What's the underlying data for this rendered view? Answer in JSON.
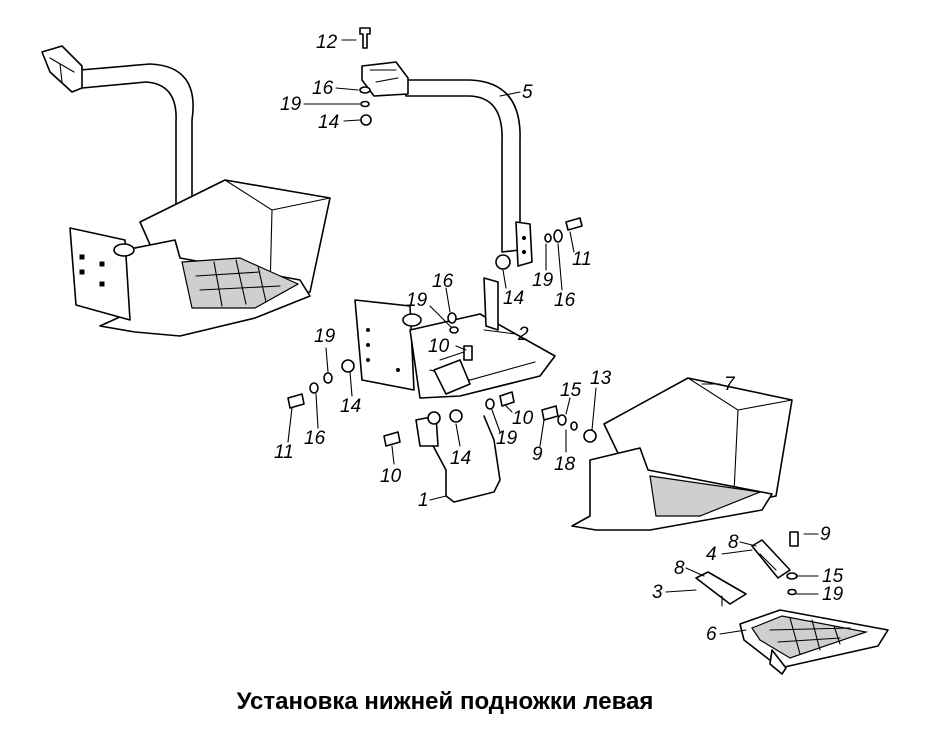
{
  "caption": "Установка нижней подножки левая",
  "labels": [
    "12",
    "16",
    "19",
    "14",
    "5",
    "11",
    "16",
    "19",
    "14",
    "16",
    "19",
    "2",
    "10",
    "19",
    "14",
    "11",
    "16",
    "15",
    "13",
    "7",
    "10",
    "9",
    "18",
    "19",
    "10",
    "14",
    "1",
    "8",
    "4",
    "9",
    "15",
    "8",
    "3",
    "19",
    "6"
  ],
  "colors": {
    "ink": "#000000",
    "background": "#ffffff"
  }
}
